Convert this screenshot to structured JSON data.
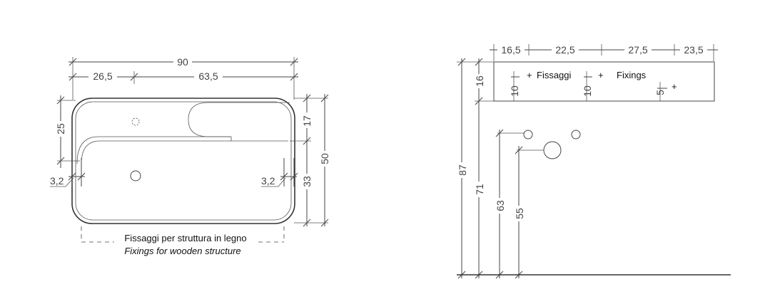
{
  "left_view": {
    "dims": {
      "overall_width": "90",
      "left_offset": "26,5",
      "right_offset": "63,5",
      "top_depth": "25",
      "side_left": "3,2",
      "side_right": "3,2",
      "shelf_depth": "17",
      "basin_depth": "33",
      "overall_depth": "50"
    },
    "note_line_1": "Fissaggi per struttura in legno",
    "note_line_2": "Fixings for wooden structure"
  },
  "right_view": {
    "dims": {
      "fix_1": "16,5",
      "fix_2": "22,5",
      "fix_3": "27,5",
      "fix_4": "23,5",
      "panel_height": "16",
      "fix_y_1": "10",
      "fix_y_2": "10",
      "fix_y_3": "5",
      "total_height": "87",
      "height_71": "71",
      "height_63": "63",
      "height_55": "55"
    },
    "label_it": "Fissaggi",
    "label_en": "Fixings"
  }
}
